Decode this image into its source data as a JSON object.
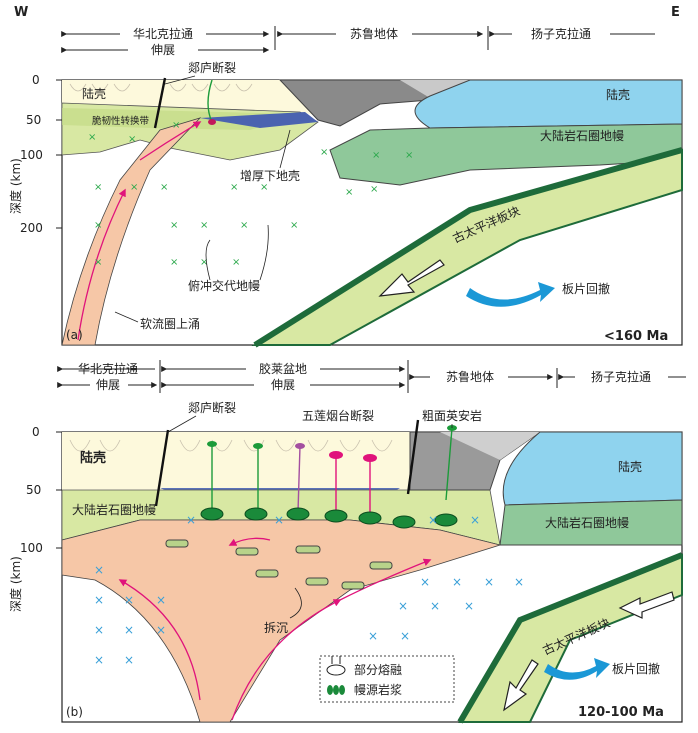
{
  "top": {
    "dir_w": "W",
    "dir_e": "E",
    "craton_north": "华北克拉通",
    "extension": "伸展",
    "sulu": "苏鲁地体",
    "craton_yangtze": "扬子克拉通"
  },
  "panel_a": {
    "label": "(a)",
    "age": "<160 Ma",
    "fault": "郯庐断裂",
    "crust_left": "陆壳",
    "crust_right": "陆壳",
    "brittle_ductile": "脆韧性转换带",
    "mantle_right": "大陆岩石圈地幔",
    "thickened_crust": "增厚下地壳",
    "pacific_plate": "古太平洋板块",
    "rollback": "板片回撤",
    "metasomatized": "俯冲交代地幔",
    "upwelling": "软流圈上涌",
    "ticks": [
      "0",
      "50",
      "100",
      "200"
    ]
  },
  "panel_b": {
    "label": "(b)",
    "age": "120-100 Ma",
    "craton_north": "华北克拉通",
    "extension_left": "伸展",
    "basin": "胶莱盆地",
    "extension_mid": "伸展",
    "sulu": "苏鲁地体",
    "craton_yangtze": "扬子克拉通",
    "fault_tanlu": "郯庐断裂",
    "fault_wulian": "五莲烟台断裂",
    "trachyandesite": "粗面英安岩",
    "crust_left": "陆壳",
    "crust_right": "陆壳",
    "mantle_left": "大陆岩石圈地幔",
    "mantle_right": "大陆岩石圈地幔",
    "delamination": "拆沉",
    "pacific_plate": "古太平洋板块",
    "rollback": "板片回撤",
    "legend_partial_melt": "部分熔融",
    "legend_mantle_magma": "幔源岩浆",
    "ticks": [
      "0",
      "50",
      "100"
    ]
  },
  "axis_label": "深度 (km)"
}
